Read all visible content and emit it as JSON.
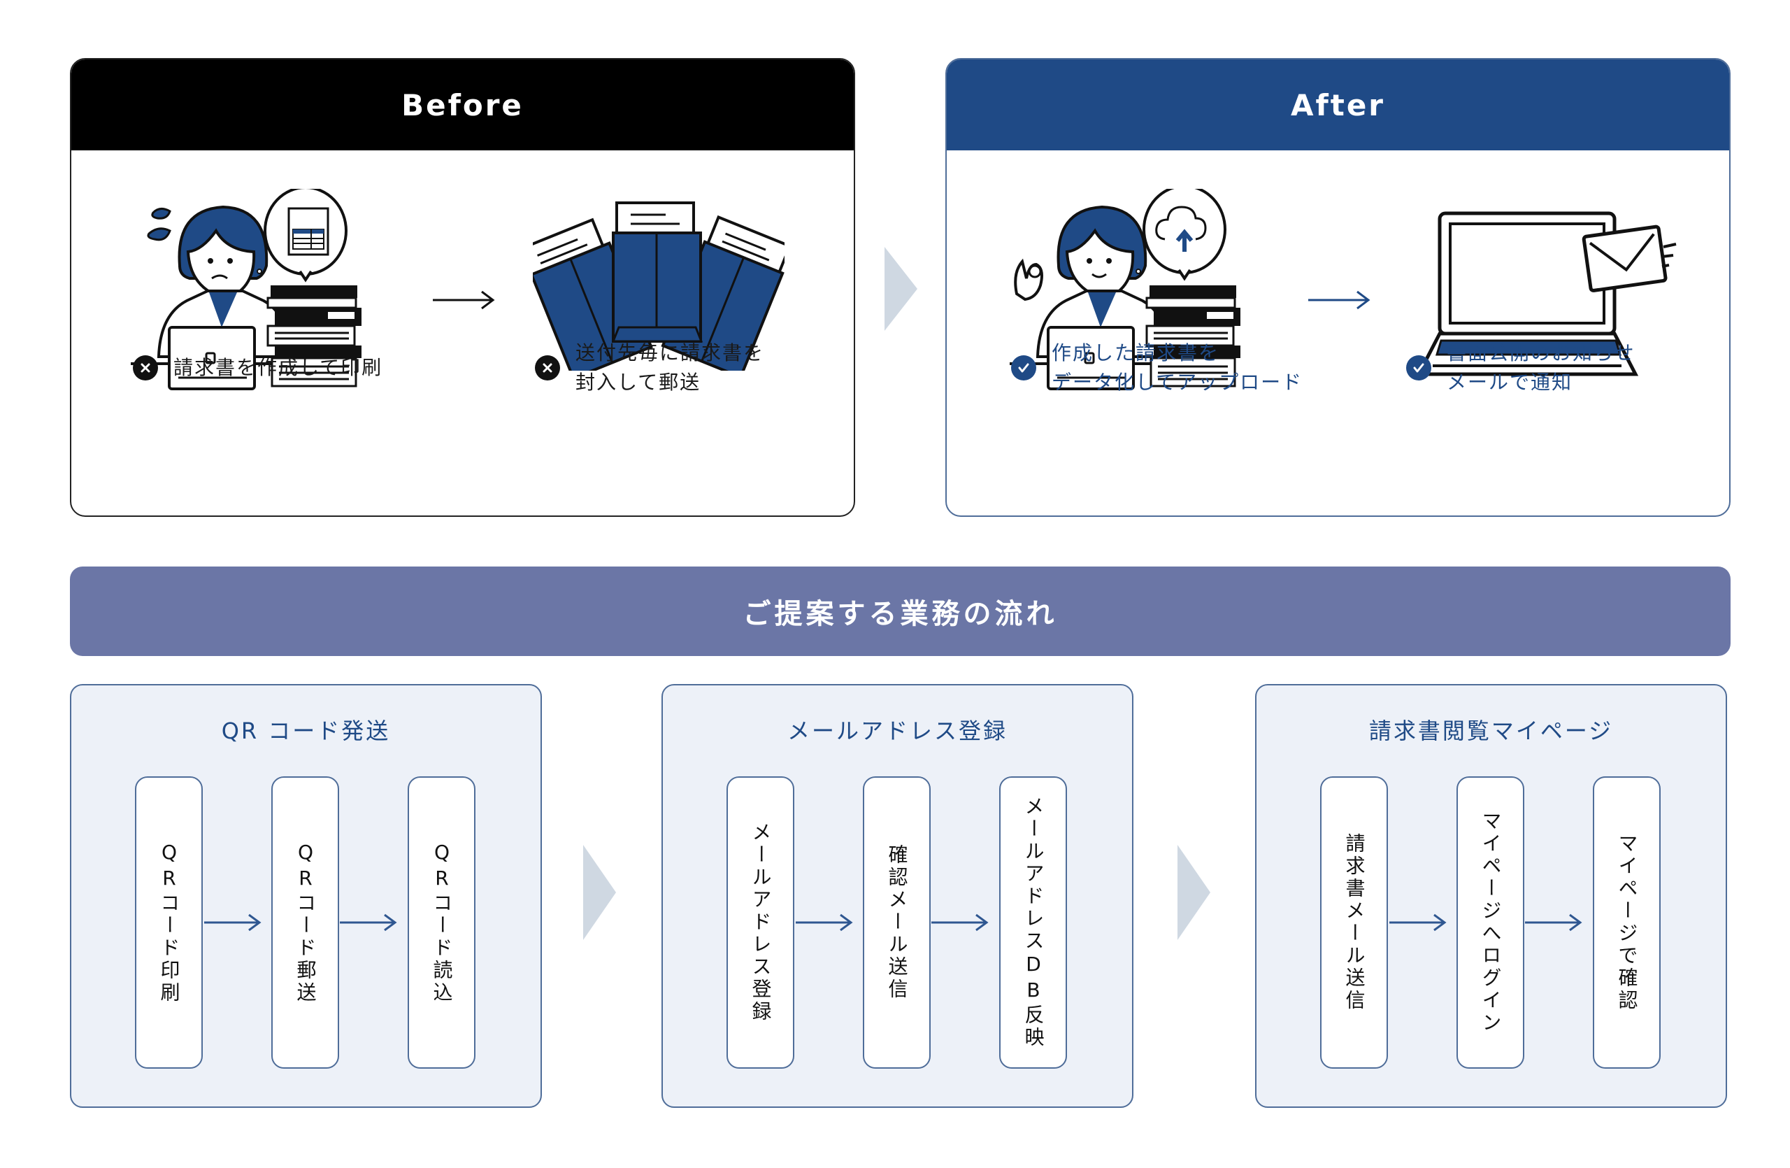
{
  "before": {
    "title": "Before",
    "captions": [
      {
        "icon": "x-circle-icon",
        "lines": [
          "請求書を作成して印刷"
        ]
      },
      {
        "icon": "x-circle-icon",
        "lines": [
          "送付先毎に請求書を",
          "封入して郵送"
        ]
      }
    ],
    "illustrations": [
      "worried-worker-with-invoice-stack",
      "envelopes-mailing"
    ]
  },
  "after": {
    "title": "After",
    "captions": [
      {
        "icon": "check-circle-icon",
        "lines": [
          "作成した請求書を",
          "データ化してアップロード"
        ]
      },
      {
        "icon": "check-circle-icon",
        "lines": [
          "書面公開のお知らせ",
          "メールで通知"
        ]
      }
    ],
    "illustrations": [
      "happy-worker-uploading-to-cloud",
      "laptop-email-notification"
    ]
  },
  "banner": {
    "title": "ご提案する業務の流れ"
  },
  "flows": [
    {
      "title": "QR コード発送",
      "steps": [
        "QRコード印刷",
        "QRコード郵送",
        "QRコード読込"
      ]
    },
    {
      "title": "メールアドレス登録",
      "steps": [
        "メールアドレス登録",
        "確認メール送信",
        "メールアドレスDB反映"
      ]
    },
    {
      "title": "請求書閲覧マイページ",
      "steps": [
        "請求書メール送信",
        "マイページへログイン",
        "マイページで確認"
      ]
    }
  ],
  "colors": {
    "navy": "#1f4a86",
    "black": "#000000",
    "banner": "#6b76a6",
    "flow_bg": "#edf1f8",
    "flow_border": "#4f6d99",
    "chevron": "#cfd8e2"
  }
}
